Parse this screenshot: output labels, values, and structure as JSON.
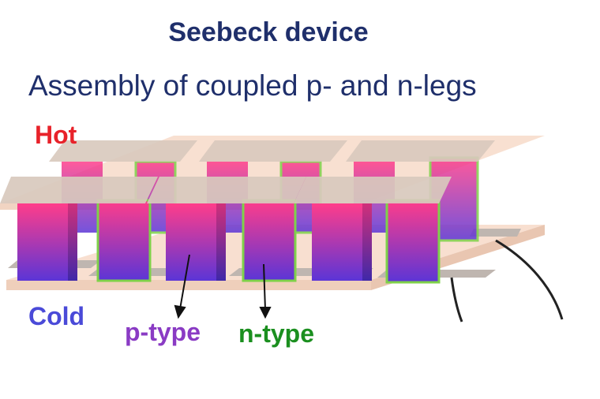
{
  "header": {
    "title": "Seebeck device",
    "subtitle": "Assembly of coupled p- and n-legs"
  },
  "labels": {
    "hot": "Hot",
    "cold": "Cold",
    "p_type": "p-type",
    "n_type": "n-type"
  },
  "colors": {
    "title": "#1f2f6b",
    "hot": "#e8222a",
    "cold": "#4a4ad8",
    "p_type": "#8a3bc4",
    "n_type": "#1b8f1f",
    "plate": "#f7dccb",
    "connector": "#d8c9bd",
    "leg_top": "#ff3d8a",
    "leg_bottom": "#5b35d6",
    "n_outline": "#7fd14a"
  },
  "structure": {
    "front_row_legs": [
      "p",
      "n",
      "p",
      "n",
      "p",
      "n"
    ],
    "back_row_legs": [
      "p",
      "n",
      "p",
      "n",
      "p",
      "n"
    ]
  }
}
